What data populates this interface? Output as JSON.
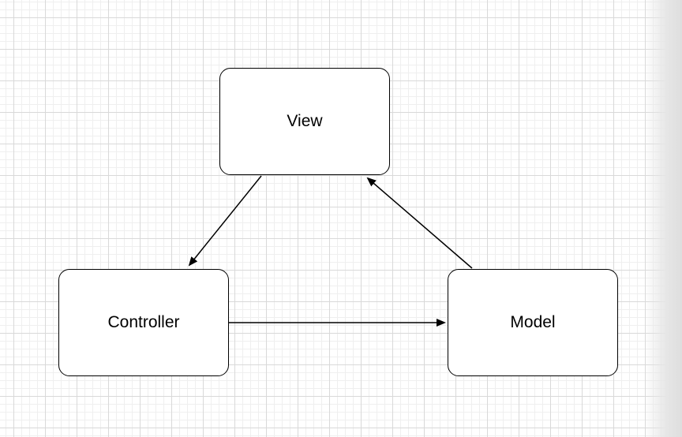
{
  "diagram": {
    "nodes": {
      "view": {
        "label": "View"
      },
      "controller": {
        "label": "Controller"
      },
      "model": {
        "label": "Model"
      }
    },
    "edges": [
      {
        "from": "view",
        "to": "controller"
      },
      {
        "from": "controller",
        "to": "model"
      },
      {
        "from": "model",
        "to": "view"
      }
    ]
  }
}
